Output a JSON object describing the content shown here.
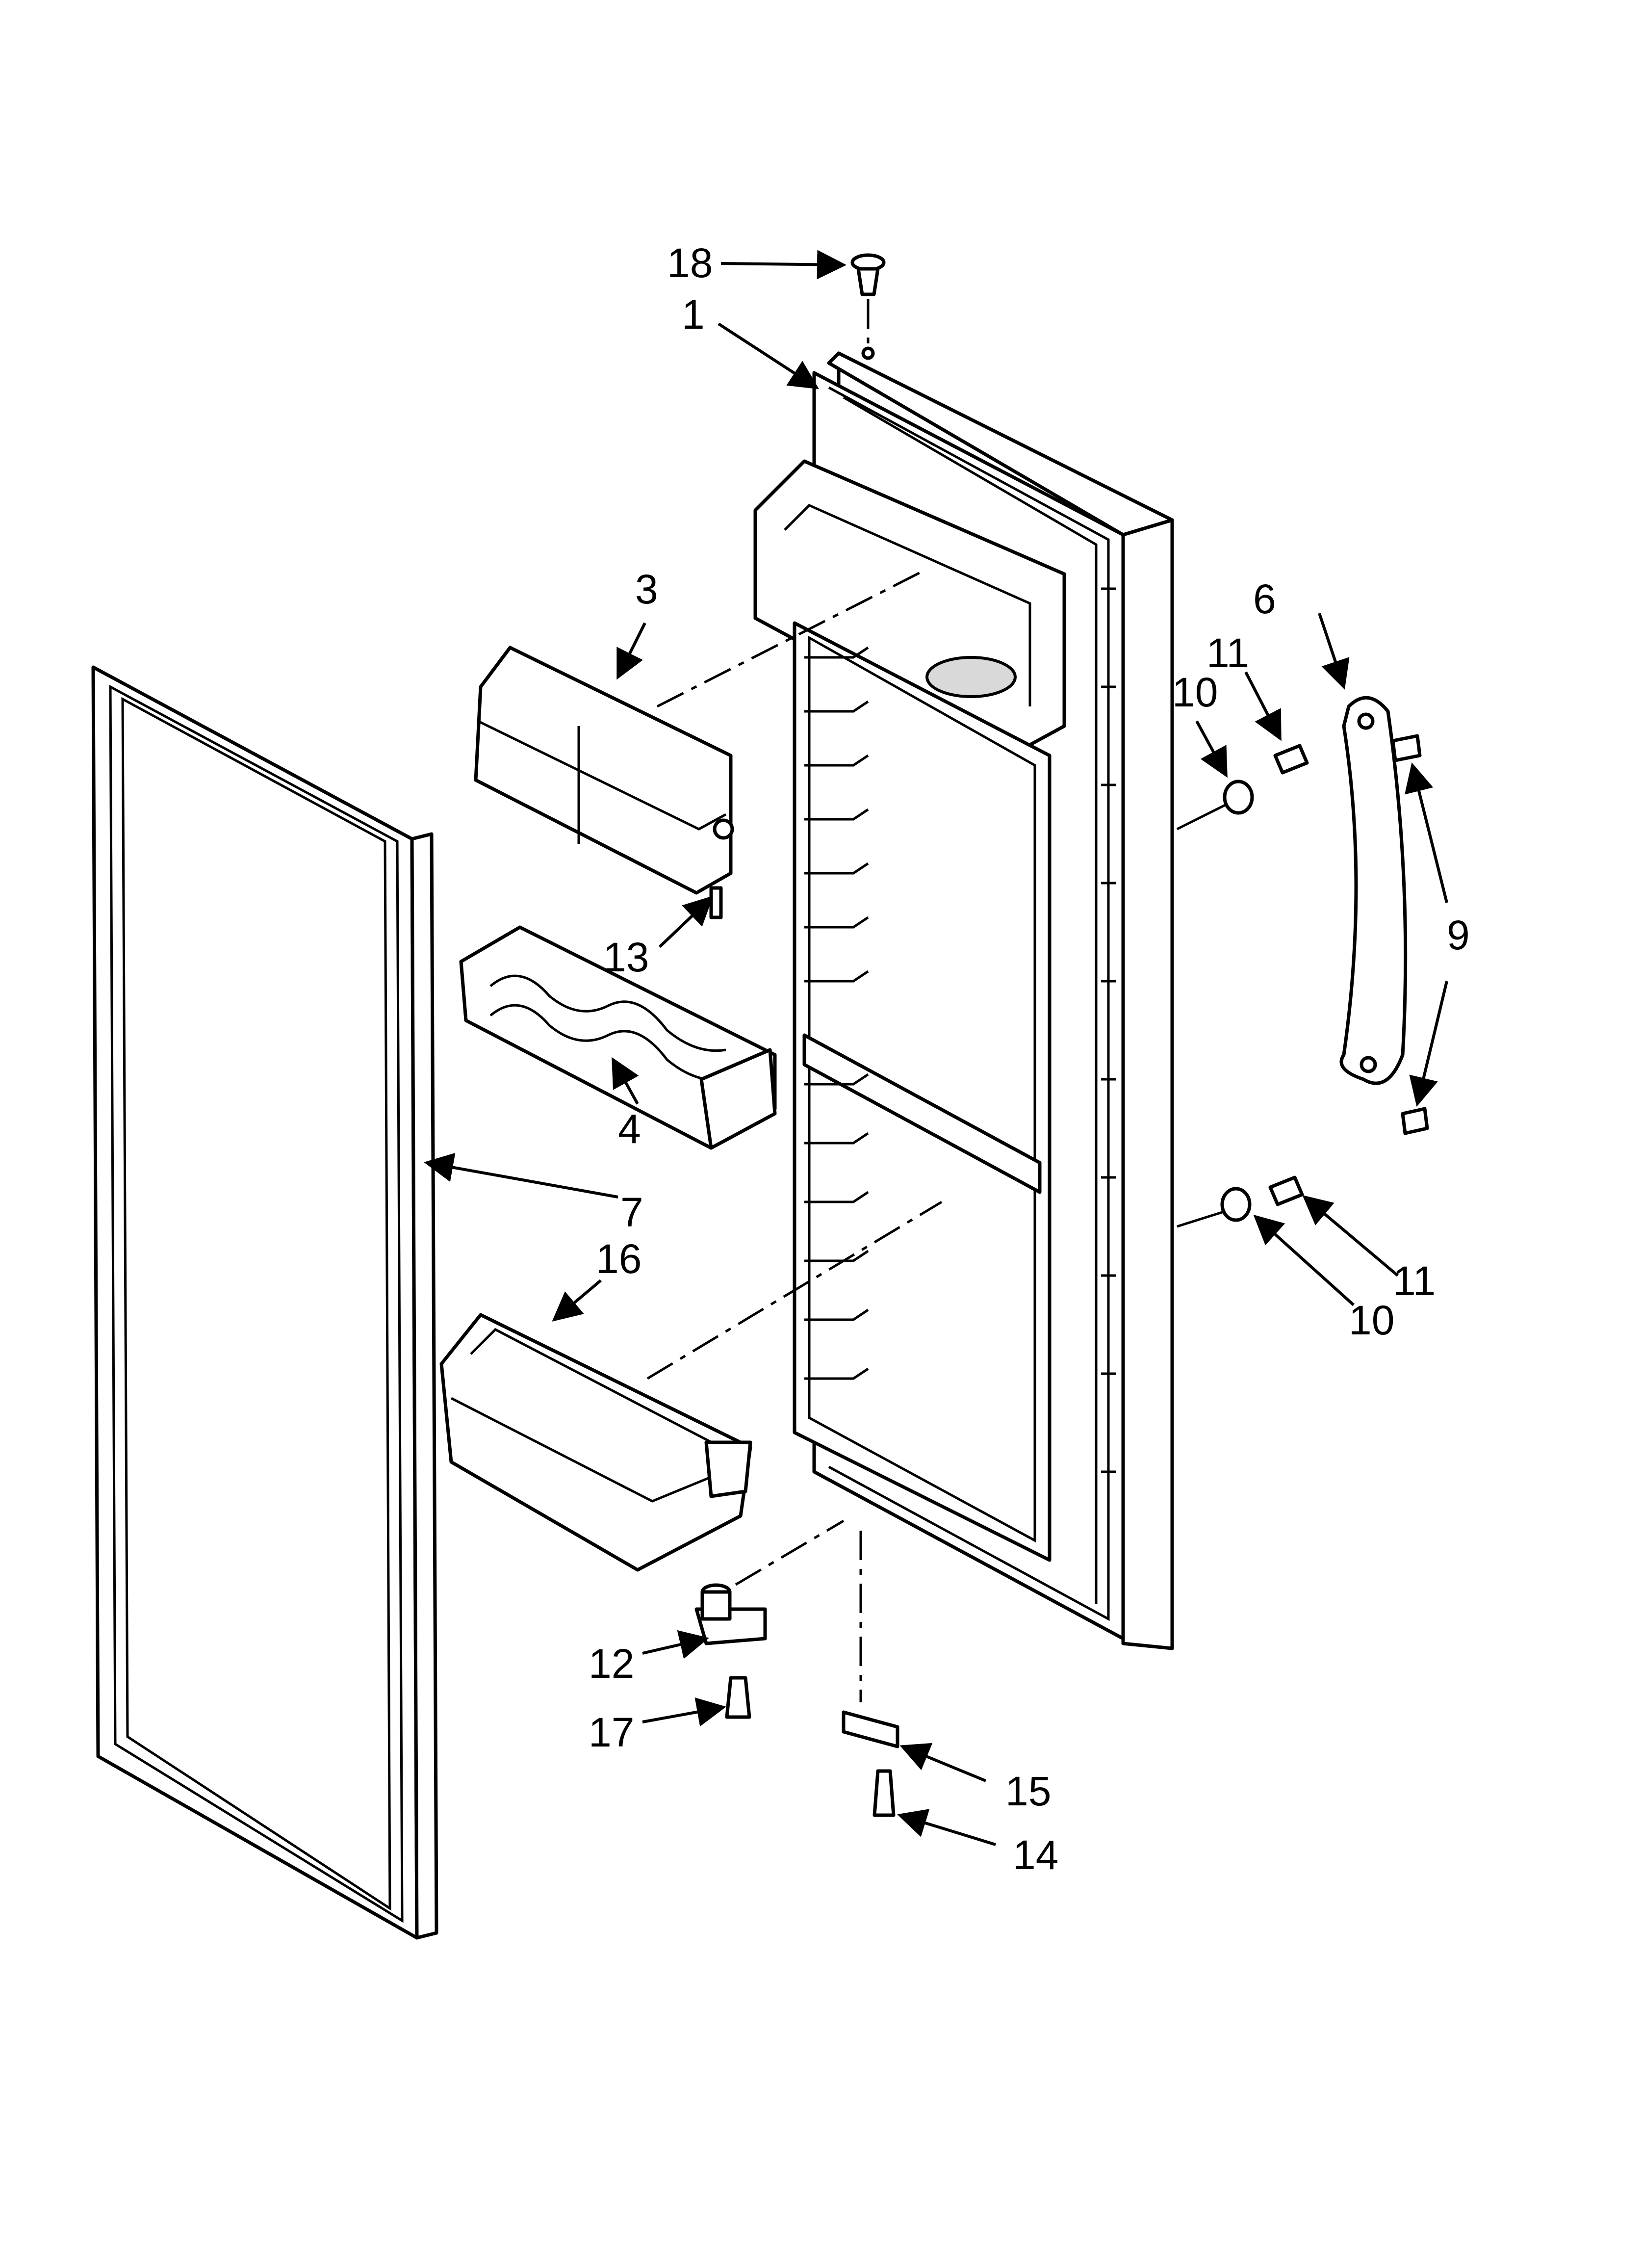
{
  "diagram": {
    "type": "exploded-parts-view",
    "callouts": [
      {
        "id": "c18",
        "label": "18",
        "part": "door-top-plug"
      },
      {
        "id": "c1",
        "label": "1",
        "part": "door-liner"
      },
      {
        "id": "c3",
        "label": "3",
        "part": "dairy-door"
      },
      {
        "id": "c6",
        "label": "6",
        "part": "handle"
      },
      {
        "id": "c11a",
        "label": "11",
        "part": "handle-screw-upper"
      },
      {
        "id": "c10a",
        "label": "10",
        "part": "handle-spacer-upper"
      },
      {
        "id": "c9",
        "label": "9",
        "part": "handle-plugs"
      },
      {
        "id": "c13",
        "label": "13",
        "part": "dairy-door-pin"
      },
      {
        "id": "c4",
        "label": "4",
        "part": "egg-tray"
      },
      {
        "id": "c7",
        "label": "7",
        "part": "door-gasket"
      },
      {
        "id": "c16",
        "label": "16",
        "part": "door-bin"
      },
      {
        "id": "c11b",
        "label": "11",
        "part": "handle-screw-lower"
      },
      {
        "id": "c10b",
        "label": "10",
        "part": "handle-spacer-lower"
      },
      {
        "id": "c12",
        "label": "12",
        "part": "hinge-pin"
      },
      {
        "id": "c17",
        "label": "17",
        "part": "hinge-screw"
      },
      {
        "id": "c15",
        "label": "15",
        "part": "hinge-bracket"
      },
      {
        "id": "c14",
        "label": "14",
        "part": "bracket-screw"
      }
    ]
  }
}
